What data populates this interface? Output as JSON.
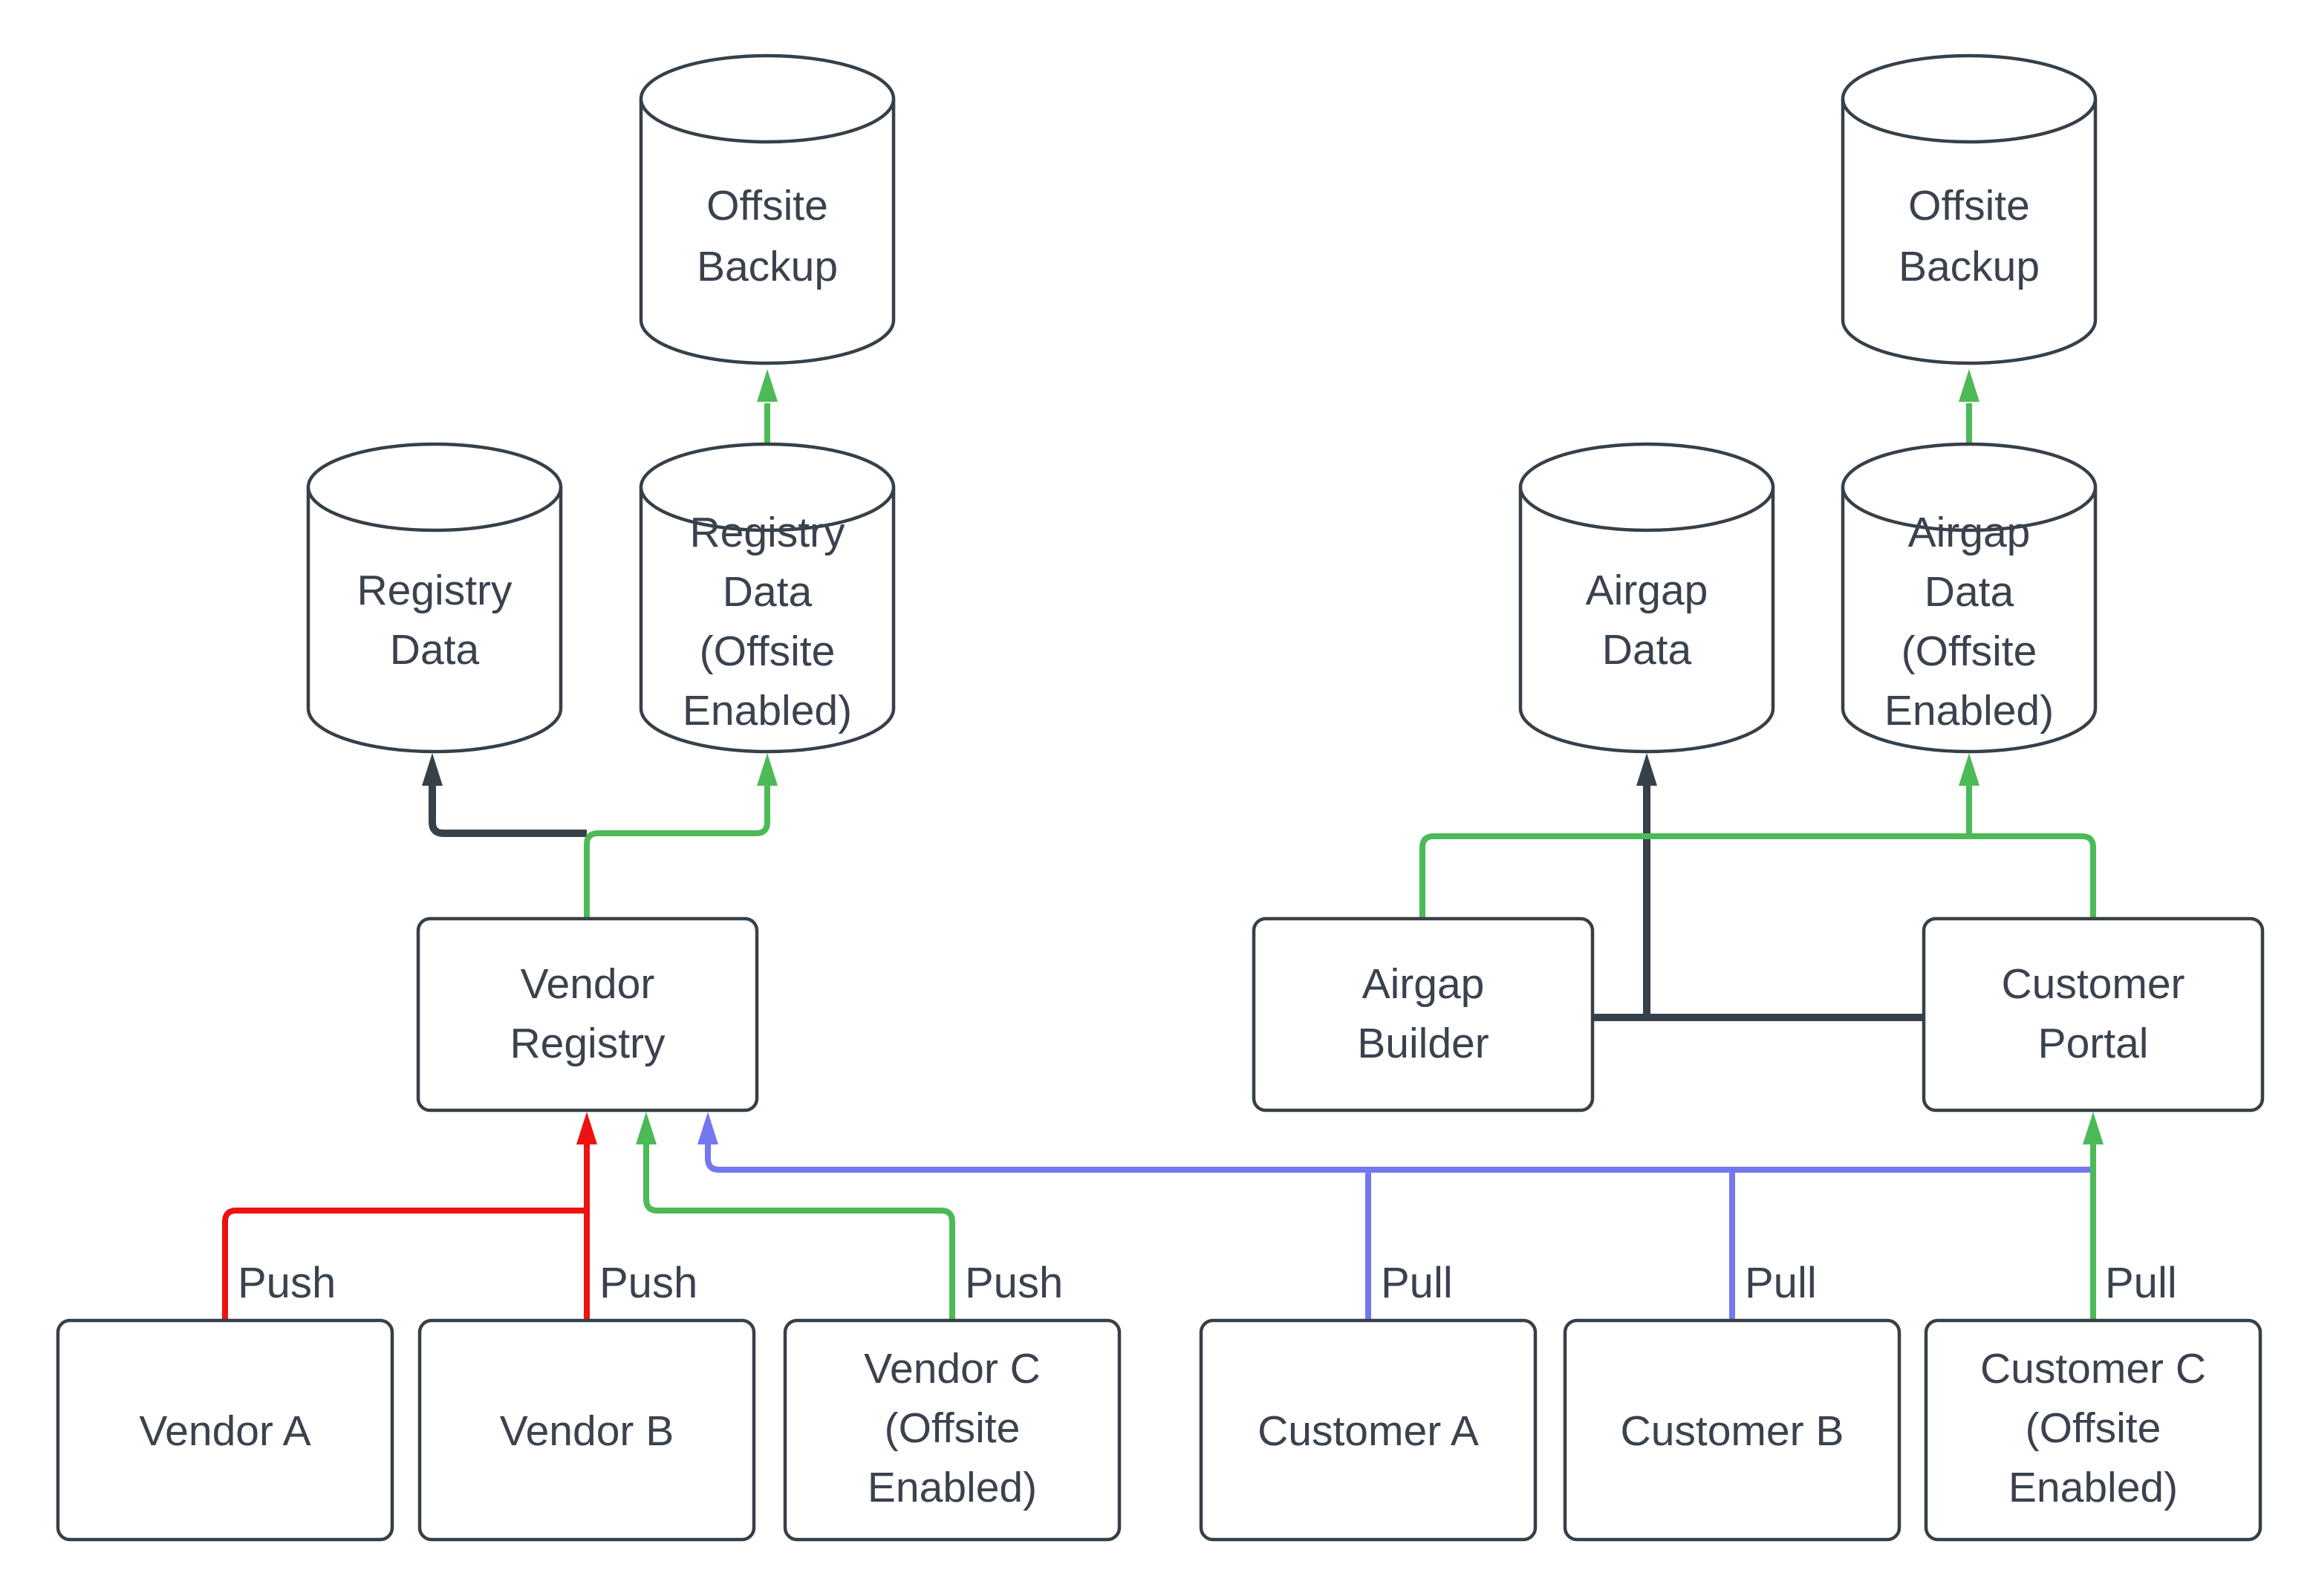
{
  "diagram_type": "flowchart",
  "colors": {
    "background": "#ffffff",
    "node_border": "#364049",
    "node_fill": "#ffffff",
    "text": "#3a424e",
    "edge_dark": "#364049",
    "edge_red": "#ee1111",
    "edge_green": "#4cba57",
    "edge_blue": "#7477f0"
  },
  "nodes": {
    "offsite_backup_left": {
      "type": "cylinder",
      "lines": [
        "Offsite",
        "Backup"
      ]
    },
    "registry_data": {
      "type": "cylinder",
      "lines": [
        "Registry",
        "Data"
      ]
    },
    "registry_data_offsite": {
      "type": "cylinder",
      "lines": [
        "Registry",
        "Data",
        "(Offsite",
        "Enabled)"
      ]
    },
    "offsite_backup_right": {
      "type": "cylinder",
      "lines": [
        "Offsite",
        "Backup"
      ]
    },
    "airgap_data": {
      "type": "cylinder",
      "lines": [
        "Airgap",
        "Data"
      ]
    },
    "airgap_data_offsite": {
      "type": "cylinder",
      "lines": [
        "Airgap",
        "Data",
        "(Offsite",
        "Enabled)"
      ]
    },
    "vendor_registry": {
      "type": "box",
      "lines": [
        "Vendor",
        "Registry"
      ]
    },
    "airgap_builder": {
      "type": "box",
      "lines": [
        "Airgap",
        "Builder"
      ]
    },
    "customer_portal": {
      "type": "box",
      "lines": [
        "Customer",
        "Portal"
      ]
    },
    "vendor_a": {
      "type": "box",
      "lines": [
        "Vendor A"
      ]
    },
    "vendor_b": {
      "type": "box",
      "lines": [
        "Vendor B"
      ]
    },
    "vendor_c": {
      "type": "box",
      "lines": [
        "Vendor C",
        "(Offsite",
        "Enabled)"
      ]
    },
    "customer_a": {
      "type": "box",
      "lines": [
        "Customer A"
      ]
    },
    "customer_b": {
      "type": "box",
      "lines": [
        "Customer B"
      ]
    },
    "customer_c": {
      "type": "box",
      "lines": [
        "Customer C",
        "(Offsite",
        "Enabled)"
      ]
    }
  },
  "edge_labels": {
    "push_vendor_a": "Push",
    "push_vendor_b": "Push",
    "push_vendor_c": "Push",
    "pull_customer_a": "Pull",
    "pull_customer_b": "Pull",
    "pull_customer_c": "Pull"
  }
}
